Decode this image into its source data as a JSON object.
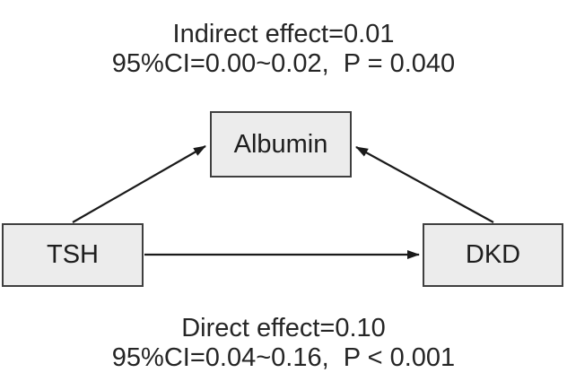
{
  "diagram": {
    "type": "mediation-path-diagram",
    "top_annotation": {
      "line1": "Indirect effect=0.01",
      "line2": "95%CI=0.00~0.02,  P = 0.040"
    },
    "bottom_annotation": {
      "line1": "Direct effect=0.10",
      "line2": "95%CI=0.04~0.16,  P < 0.001"
    },
    "nodes": {
      "mediator": {
        "label": "Albumin"
      },
      "exposure": {
        "label": "TSH"
      },
      "outcome": {
        "label": "DKD"
      }
    },
    "edges": [
      {
        "from": "TSH",
        "to": "Albumin"
      },
      {
        "from": "DKD",
        "to": "Albumin"
      },
      {
        "from": "TSH",
        "to": "DKD"
      }
    ],
    "colors": {
      "background": "#ffffff",
      "node_fill": "#ececec",
      "node_border": "#3f3f3f",
      "arrow": "#1a1a1a",
      "text": "#252525"
    }
  }
}
